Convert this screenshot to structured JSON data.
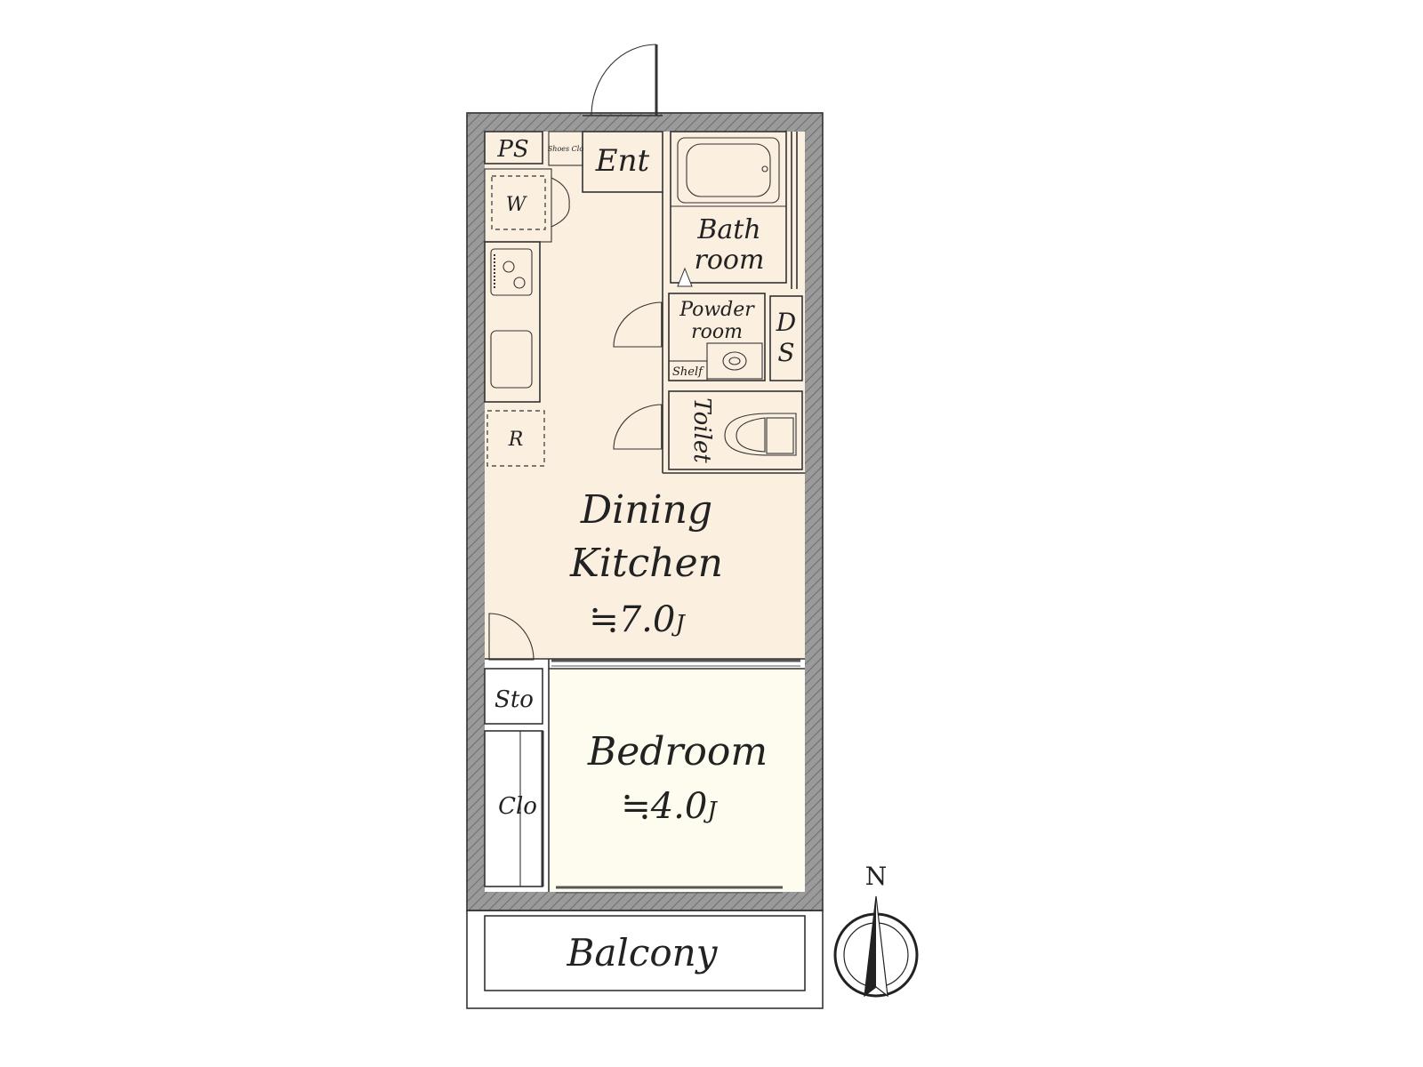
{
  "rooms": {
    "ps": "PS",
    "shoes": "Shoes Clo",
    "entrance": "Ent",
    "washer": "W",
    "bath_line1": "Bath",
    "bath_line2": "room",
    "powder_line1": "Powder",
    "powder_line2": "room",
    "shelf": "Shelf",
    "ds_d": "D",
    "ds_s": "S",
    "toilet": "Toilet",
    "fridge": "R",
    "dining_line1": "Dining",
    "dining_line2": "Kitchen",
    "dining_area": "≒7.0",
    "dining_unit": "J",
    "storage": "Sto",
    "closet": "Clo",
    "bedroom": "Bedroom",
    "bedroom_area": "≒4.0",
    "bedroom_unit": "J",
    "balcony": "Balcony"
  },
  "compass": {
    "north": "N"
  },
  "colors": {
    "dining_floor": "#fbefe0",
    "bedroom_floor": "#fefcef",
    "wet_area": "#e8f2f8",
    "storage": "#d8d0b4",
    "wall": "#8c8c8c"
  }
}
